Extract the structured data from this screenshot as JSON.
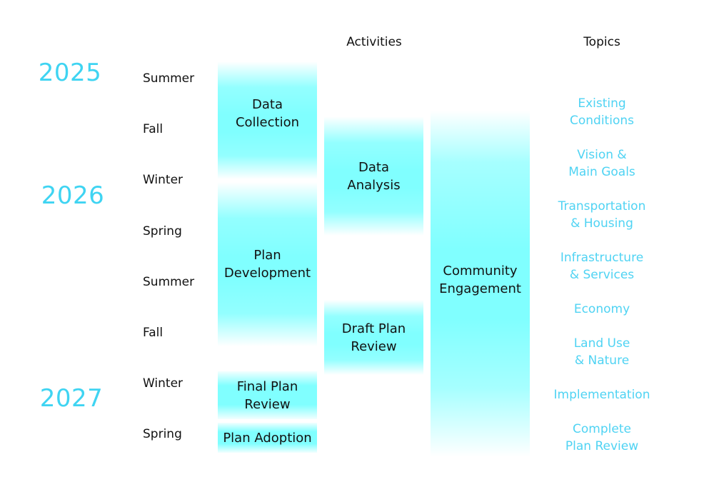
{
  "headers": {
    "activities": "Activities",
    "topics": "Topics"
  },
  "years": [
    "2025",
    "2026",
    "2027"
  ],
  "seasons": [
    "Summer",
    "Fall",
    "Winter",
    "Spring",
    "Summer",
    "Fall",
    "Winter",
    "Spring"
  ],
  "activities": [
    {
      "label_lines": [
        "Data",
        "Collection"
      ],
      "column": 1,
      "start_season": "Summer 2025",
      "end_season": "Winter 2025"
    },
    {
      "label_lines": [
        "Plan",
        "Development"
      ],
      "column": 1,
      "start_season": "Winter 2025",
      "end_season": "Fall 2026"
    },
    {
      "label_lines": [
        "Final Plan",
        "Review"
      ],
      "column": 1,
      "start_season": "Winter 2026",
      "end_season": "Winter 2026"
    },
    {
      "label_lines": [
        "Plan Adoption"
      ],
      "column": 1,
      "start_season": "Spring 2027",
      "end_season": "Spring 2027"
    },
    {
      "label_lines": [
        "Data",
        "Analysis"
      ],
      "column": 2,
      "start_season": "Fall 2025",
      "end_season": "Spring 2026"
    },
    {
      "label_lines": [
        "Draft Plan",
        "Review"
      ],
      "column": 2,
      "start_season": "Fall 2026",
      "end_season": "Fall 2026"
    },
    {
      "label_lines": [
        "Community",
        "Engagement"
      ],
      "column": 3,
      "start_season": "Fall 2025",
      "end_season": "Spring 2027"
    }
  ],
  "topics": [
    [
      "Existing",
      "Conditions"
    ],
    [
      "Vision &",
      "Main Goals"
    ],
    [
      "Transportation",
      "& Housing"
    ],
    [
      "Infrastructure",
      "& Services"
    ],
    [
      "Economy"
    ],
    [
      "Land Use",
      "& Nature"
    ],
    [
      "Implementation"
    ],
    [
      "Complete",
      "Plan Review"
    ]
  ],
  "colors": {
    "year": "#3fd4f2",
    "topic": "#4fd3f3",
    "bar_fill": "#80ffff",
    "text": "#111111"
  }
}
